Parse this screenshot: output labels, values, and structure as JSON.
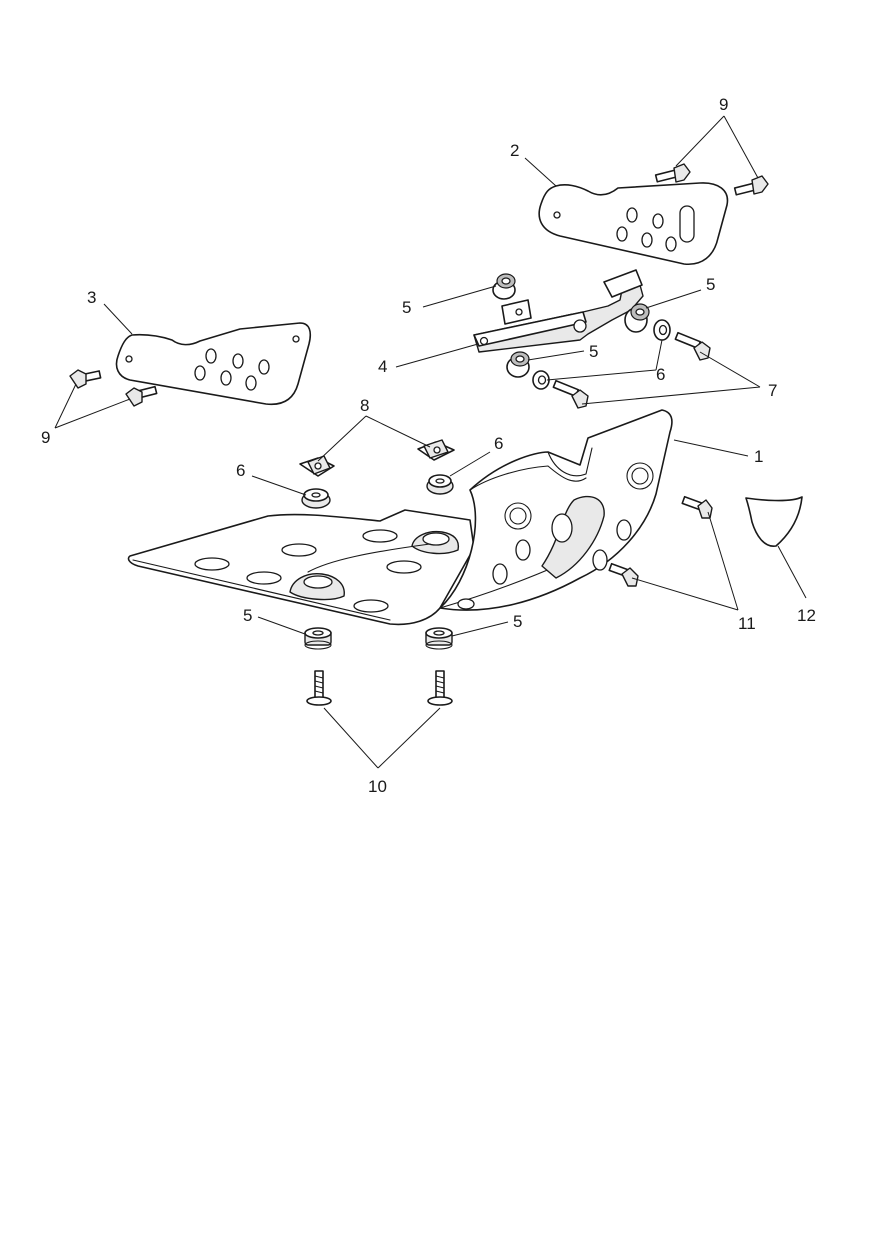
{
  "callouts": [
    {
      "id": "c9-top",
      "label": "9"
    },
    {
      "id": "c2",
      "label": "2"
    },
    {
      "id": "c5-top-a",
      "label": "5"
    },
    {
      "id": "c5-top-b",
      "label": "5"
    },
    {
      "id": "c3",
      "label": "3"
    },
    {
      "id": "c4",
      "label": "4"
    },
    {
      "id": "c5-mid",
      "label": "5"
    },
    {
      "id": "c6-right",
      "label": "6"
    },
    {
      "id": "c7",
      "label": "7"
    },
    {
      "id": "c9-left",
      "label": "9"
    },
    {
      "id": "c8",
      "label": "8"
    },
    {
      "id": "c6-mid",
      "label": "6"
    },
    {
      "id": "c6-left",
      "label": "6"
    },
    {
      "id": "c1",
      "label": "1"
    },
    {
      "id": "c11",
      "label": "11"
    },
    {
      "id": "c12",
      "label": "12"
    },
    {
      "id": "c5-bot-left",
      "label": "5"
    },
    {
      "id": "c5-bot-right",
      "label": "5"
    },
    {
      "id": "c10",
      "label": "10"
    }
  ],
  "parts": [
    {
      "ref": "1",
      "name": "skid-plate"
    },
    {
      "ref": "2",
      "name": "right-side-plate"
    },
    {
      "ref": "3",
      "name": "left-side-plate"
    },
    {
      "ref": "4",
      "name": "mounting-bracket"
    },
    {
      "ref": "5",
      "name": "rubber-grommet"
    },
    {
      "ref": "6",
      "name": "spacer"
    },
    {
      "ref": "7",
      "name": "flange-bolt"
    },
    {
      "ref": "8",
      "name": "clip-nut"
    },
    {
      "ref": "9",
      "name": "flange-bolt"
    },
    {
      "ref": "10",
      "name": "screw"
    },
    {
      "ref": "11",
      "name": "flange-bolt"
    },
    {
      "ref": "12",
      "name": "trim-cover"
    }
  ]
}
